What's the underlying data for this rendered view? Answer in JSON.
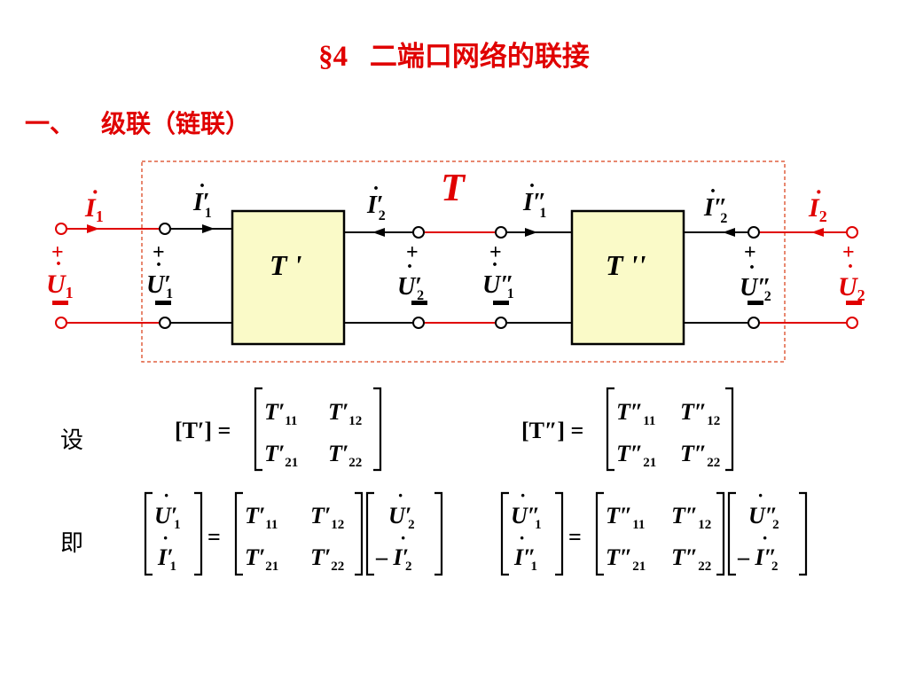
{
  "title": {
    "section_mark": "§4",
    "text": "二端口网络的联接"
  },
  "section": {
    "number": "一、",
    "text": "级联（链联）"
  },
  "circuit": {
    "overall_label": "T",
    "block1_label": "T '",
    "block2_label": "T ''",
    "plus": "+",
    "minus": "–",
    "currents": {
      "I1": "I",
      "I1p": "I",
      "I2p": "I",
      "I1pp": "I",
      "I2pp": "I",
      "I2": "I"
    },
    "voltages": {
      "U1": "U",
      "U1p": "U",
      "U2p": "U",
      "U1pp": "U",
      "U2pp": "U",
      "U2": "U"
    }
  },
  "equations": {
    "let_label": "设",
    "thus_label": "即",
    "def1_lhs": "[T′] =",
    "def2_lhs": "[T″] =",
    "eq": "=",
    "neg": "–"
  },
  "colors": {
    "red": "#e00000",
    "box_fill": "#fafac8",
    "line": "#000000"
  }
}
